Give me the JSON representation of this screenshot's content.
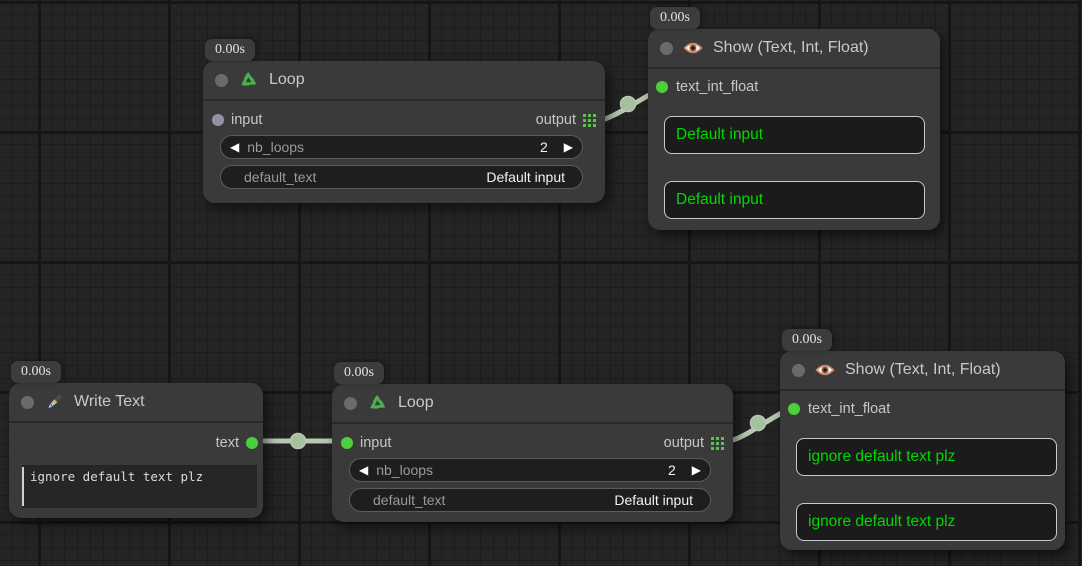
{
  "colors": {
    "node_bg": "#3a3a3a",
    "widget_bg": "#1e1e1e",
    "display_text_green": "#00d800",
    "port_green": "#4ccf3c",
    "port_slate": "#9193a5",
    "wire": "#b7c8b1"
  },
  "icons": {
    "dec_arrow": "◀",
    "inc_arrow": "▶"
  },
  "nodes": {
    "loop1": {
      "time": "0.00s",
      "title": "Loop",
      "input_label": "input",
      "output_label": "output",
      "nb_loops": {
        "label": "nb_loops",
        "value": "2"
      },
      "default_text": {
        "label": "default_text",
        "value": "Default input"
      }
    },
    "show1": {
      "time": "0.00s",
      "title": "Show (Text, Int, Float)",
      "input_label": "text_int_float",
      "values": [
        "Default input",
        "Default input"
      ]
    },
    "write": {
      "time": "0.00s",
      "title": "Write Text",
      "output_label": "text",
      "text_value": "ignore default text plz"
    },
    "loop2": {
      "time": "0.00s",
      "title": "Loop",
      "input_label": "input",
      "output_label": "output",
      "nb_loops": {
        "label": "nb_loops",
        "value": "2"
      },
      "default_text": {
        "label": "default_text",
        "value": "Default input"
      }
    },
    "show2": {
      "time": "0.00s",
      "title": "Show (Text, Int, Float)",
      "input_label": "text_int_float",
      "values": [
        "ignore default text plz",
        "ignore default text plz"
      ]
    }
  }
}
